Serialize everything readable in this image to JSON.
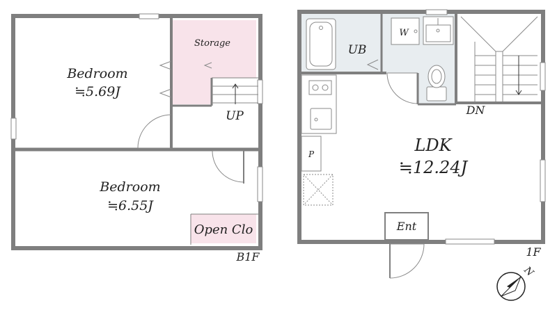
{
  "floors": {
    "basement": {
      "label": "B1F",
      "rooms": {
        "bedroom_upper": {
          "name": "Bedroom",
          "size": "≒5.69J"
        },
        "storage": {
          "name": "Storage"
        },
        "stairs": {
          "label": "UP"
        },
        "bedroom_lower": {
          "name": "Bedroom",
          "size": "≒6.55J"
        },
        "open_closet": {
          "name": "Open Clo"
        }
      }
    },
    "first": {
      "label": "1F",
      "rooms": {
        "unit_bath": {
          "name": "UB"
        },
        "washer": {
          "label": "W"
        },
        "stairs": {
          "label": "DN"
        },
        "pantry": {
          "label": "P"
        },
        "ldk": {
          "name": "LDK",
          "size": "≒12.24J"
        },
        "entrance": {
          "label": "Ent"
        }
      }
    }
  },
  "compass": {
    "label": "N"
  },
  "colors": {
    "wall": "#7f7f7f",
    "storage_fill": "#f8e3ea",
    "open_closet_fill": "#f8e3ea",
    "wet_area_fill": "#e8edf0"
  }
}
